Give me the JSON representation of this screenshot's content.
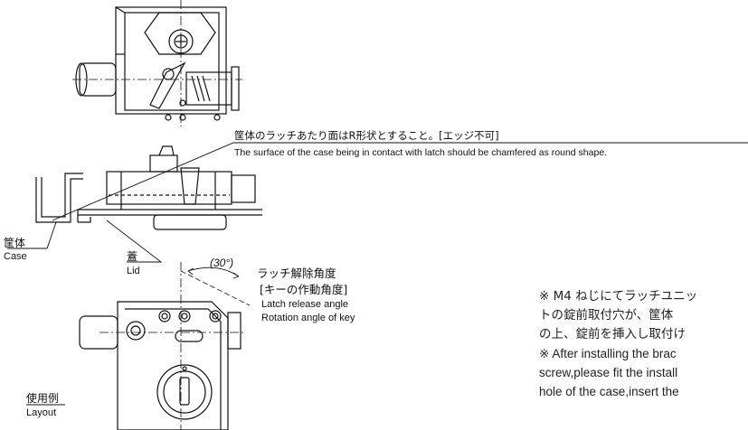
{
  "callout_note": {
    "jp": "筐体のラッチあたり面はR形状とすること。[エッジ不可]",
    "en": "The surface of the case being in contact with latch should be chamfered as round shape."
  },
  "labels": {
    "case_jp": "筐体",
    "case_en": "Case",
    "lid_jp": "蓋",
    "lid_en": "Lid",
    "angle": "(30°)",
    "release_jp": "ラッチ解除角度",
    "release_jp_sub": "[キーの作動角度]",
    "release_en1": "Latch release angle",
    "release_en2": "Rotation angle of key",
    "layout_jp": "使用例",
    "layout_en": "Layout"
  },
  "side_note": {
    "lines": [
      "※ M4 ねじにてラッチユニッ",
      "トの錠前取付穴が、筐体",
      "の上、錠前を挿入し取付け",
      "※ After installing the brac",
      "screw,please fit the install",
      "hole of the case,insert the"
    ]
  }
}
